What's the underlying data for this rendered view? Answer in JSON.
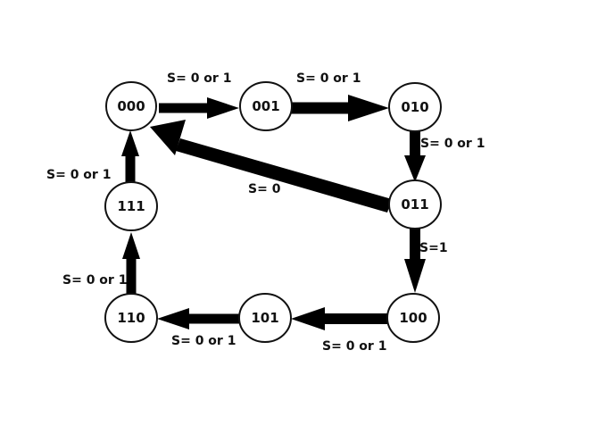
{
  "states": [
    {
      "id": "s000",
      "label": "000"
    },
    {
      "id": "s001",
      "label": "001"
    },
    {
      "id": "s010",
      "label": "010"
    },
    {
      "id": "s011",
      "label": "011"
    },
    {
      "id": "s100",
      "label": "100"
    },
    {
      "id": "s101",
      "label": "101"
    },
    {
      "id": "s110",
      "label": "110"
    },
    {
      "id": "s111",
      "label": "111"
    }
  ],
  "transitions": [
    {
      "id": "t000-001",
      "from": "000",
      "to": "001",
      "label": "S= 0 or 1"
    },
    {
      "id": "t001-010",
      "from": "001",
      "to": "010",
      "label": "S= 0 or 1"
    },
    {
      "id": "t010-011",
      "from": "010",
      "to": "011",
      "label": "S= 0 or 1"
    },
    {
      "id": "t011-000",
      "from": "011",
      "to": "000",
      "label": "S= 0"
    },
    {
      "id": "t011-100",
      "from": "011",
      "to": "100",
      "label": "S=1"
    },
    {
      "id": "t100-101",
      "from": "100",
      "to": "101",
      "label": "S= 0 or 1"
    },
    {
      "id": "t101-110",
      "from": "101",
      "to": "110",
      "label": "S= 0 or 1"
    },
    {
      "id": "t110-111",
      "from": "110",
      "to": "111",
      "label": "S= 0 or 1"
    },
    {
      "id": "t111-000",
      "from": "111",
      "to": "000",
      "label": "S= 0 or 1"
    }
  ],
  "colors": {
    "background": "#ffffff",
    "stroke": "#111111",
    "arrow": "#000000",
    "text": "#111111"
  }
}
